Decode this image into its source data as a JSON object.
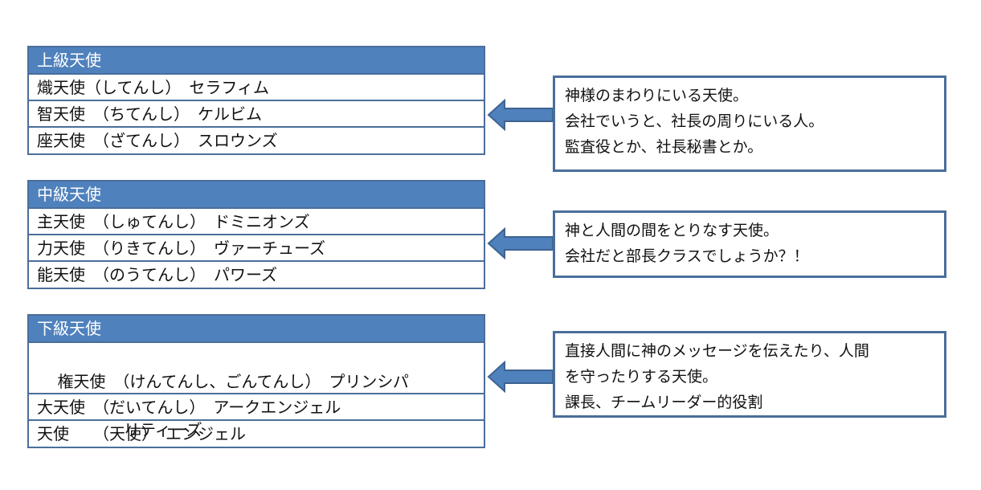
{
  "groups": [
    {
      "title": "上級天使",
      "rows": [
        "熾天使（してんし）　セラフィム",
        "智天使　（ちてんし）　ケルビム",
        "座天使　（ざてんし）　スロウンズ"
      ],
      "note": [
        "神様のまわりにいる天使。",
        "会社でいうと、社長の周りにいる人。",
        "監査役とか、社長秘書とか。"
      ]
    },
    {
      "title": "中級天使",
      "rows": [
        "主天使　（しゅてんし）　ドミニオンズ",
        "力天使　（りきてんし）　ヴァーチューズ",
        "能天使　（のうてんし）　パワーズ"
      ],
      "note": [
        "神と人間の間をとりなす天使。",
        "会社だと部長クラスでしょうか？！"
      ]
    },
    {
      "title": "下級天使",
      "rows": [
        "大天使　（だいてんし）　アークエンジェル",
        "天使　　（天使）　エンジェル"
      ],
      "tall_row": {
        "line1": "権天使　（けんてんし、ごんてんし）　プリンシパ",
        "line2": "リティーズ"
      },
      "note": [
        "直接人間に神のメッセージを伝えたり、人間",
        "を守ったりする天使。",
        "課長、チームリーダー的役割"
      ]
    }
  ],
  "colors": {
    "header_fill": "#4f81bd",
    "border": "#4a6e9a",
    "arrow_fill": "#4f81bd"
  }
}
